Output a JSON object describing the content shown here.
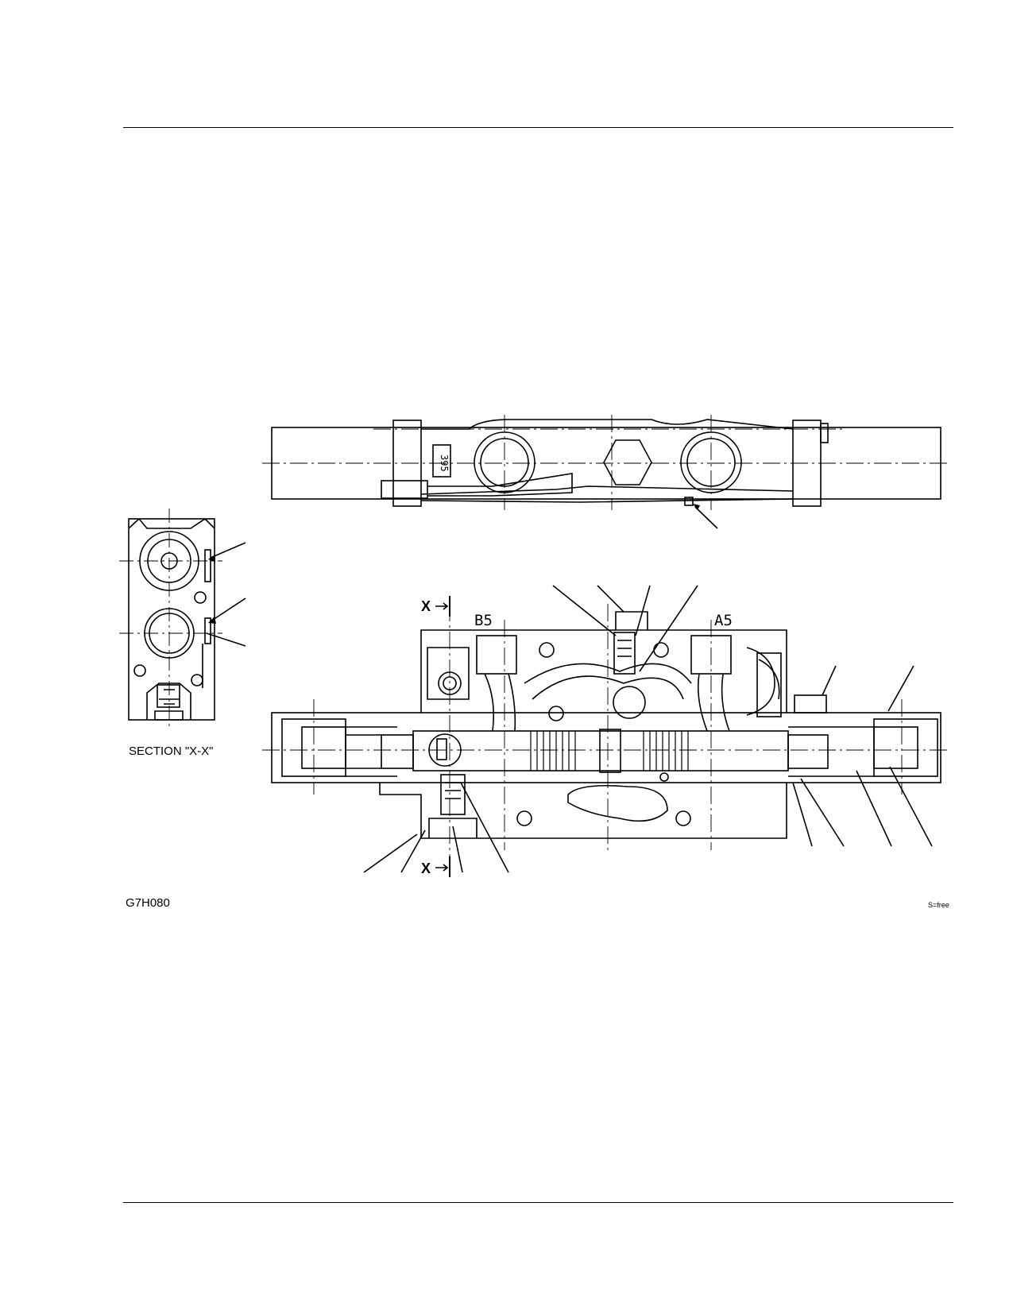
{
  "figure": {
    "id": "G7H080",
    "scale": "S=free",
    "section_title": "SECTION \"X-X\""
  },
  "labels": {
    "port_b": "B5",
    "port_a": "A5",
    "section_marker": "X",
    "stamp": "395"
  }
}
